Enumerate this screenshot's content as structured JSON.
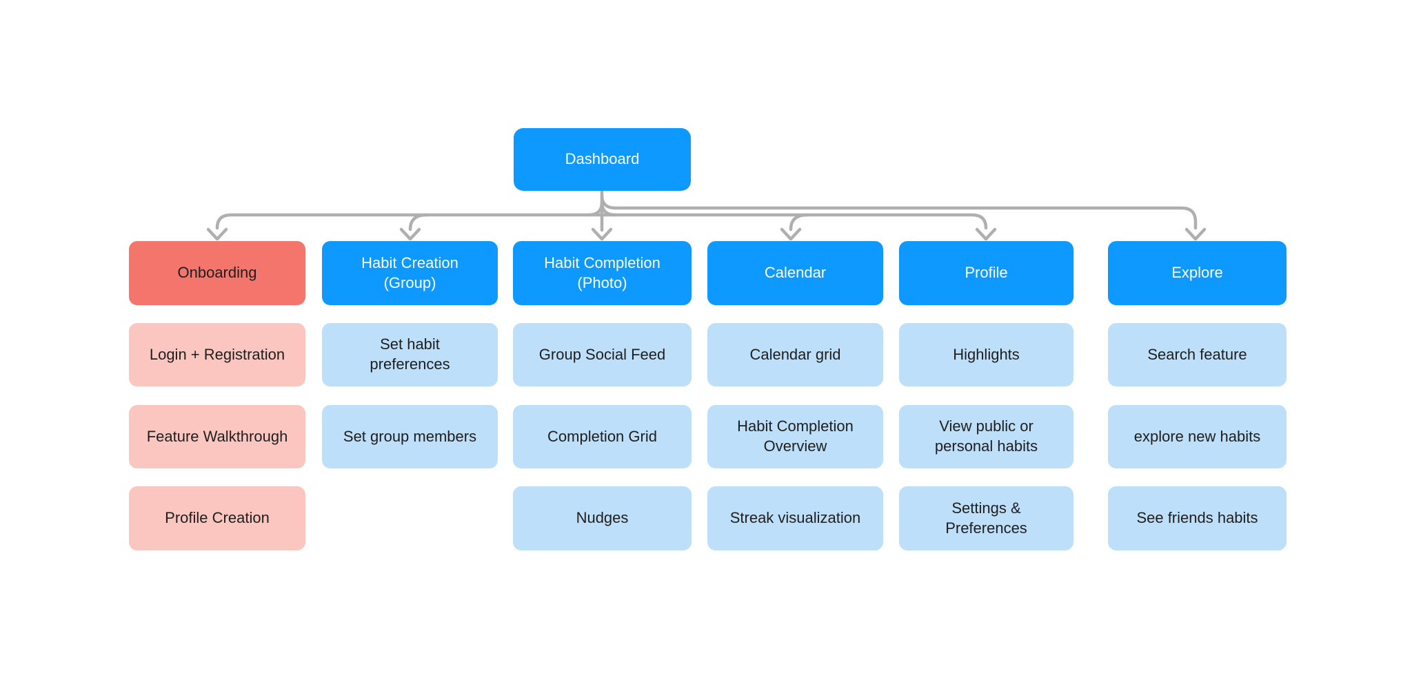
{
  "colors": {
    "background": "#FFFFFF",
    "primary_blue": "#0D99FF",
    "light_blue": "#BDDFFA",
    "salmon": "#F4756C",
    "light_salmon": "#FBC6C0",
    "arrow_gray": "#AFAFAF",
    "text_dark": "#1E1E1E",
    "text_light": "#FFFFFF"
  },
  "root": {
    "label": "Dashboard"
  },
  "columns": [
    {
      "id": "onboarding",
      "header": {
        "label": "Onboarding",
        "variant": "salmon"
      },
      "items": [
        "Login + Registration",
        "Feature Walkthrough",
        "Profile Creation"
      ]
    },
    {
      "id": "habit-creation",
      "header": {
        "label": "Habit Creation (Group)",
        "variant": "blue"
      },
      "items": [
        "Set habit preferences",
        "Set group members"
      ]
    },
    {
      "id": "habit-completion",
      "header": {
        "label": "Habit Completion (Photo)",
        "variant": "blue"
      },
      "items": [
        "Group Social Feed",
        "Completion Grid",
        "Nudges"
      ]
    },
    {
      "id": "calendar",
      "header": {
        "label": "Calendar",
        "variant": "blue"
      },
      "items": [
        "Calendar grid",
        "Habit Completion Overview",
        "Streak visualization"
      ]
    },
    {
      "id": "profile",
      "header": {
        "label": "Profile",
        "variant": "blue"
      },
      "items": [
        "Highlights",
        "View public or personal habits",
        "Settings & Preferences"
      ]
    },
    {
      "id": "explore",
      "header": {
        "label": "Explore",
        "variant": "blue"
      },
      "items": [
        "Search feature",
        "explore new habits",
        "See friends habits"
      ]
    }
  ],
  "edges": [
    {
      "from": "Dashboard",
      "to": "Onboarding"
    },
    {
      "from": "Dashboard",
      "to": "Habit Creation (Group)"
    },
    {
      "from": "Dashboard",
      "to": "Habit Completion (Photo)"
    },
    {
      "from": "Dashboard",
      "to": "Calendar"
    },
    {
      "from": "Dashboard",
      "to": "Profile"
    },
    {
      "from": "Dashboard",
      "to": "Explore"
    }
  ]
}
